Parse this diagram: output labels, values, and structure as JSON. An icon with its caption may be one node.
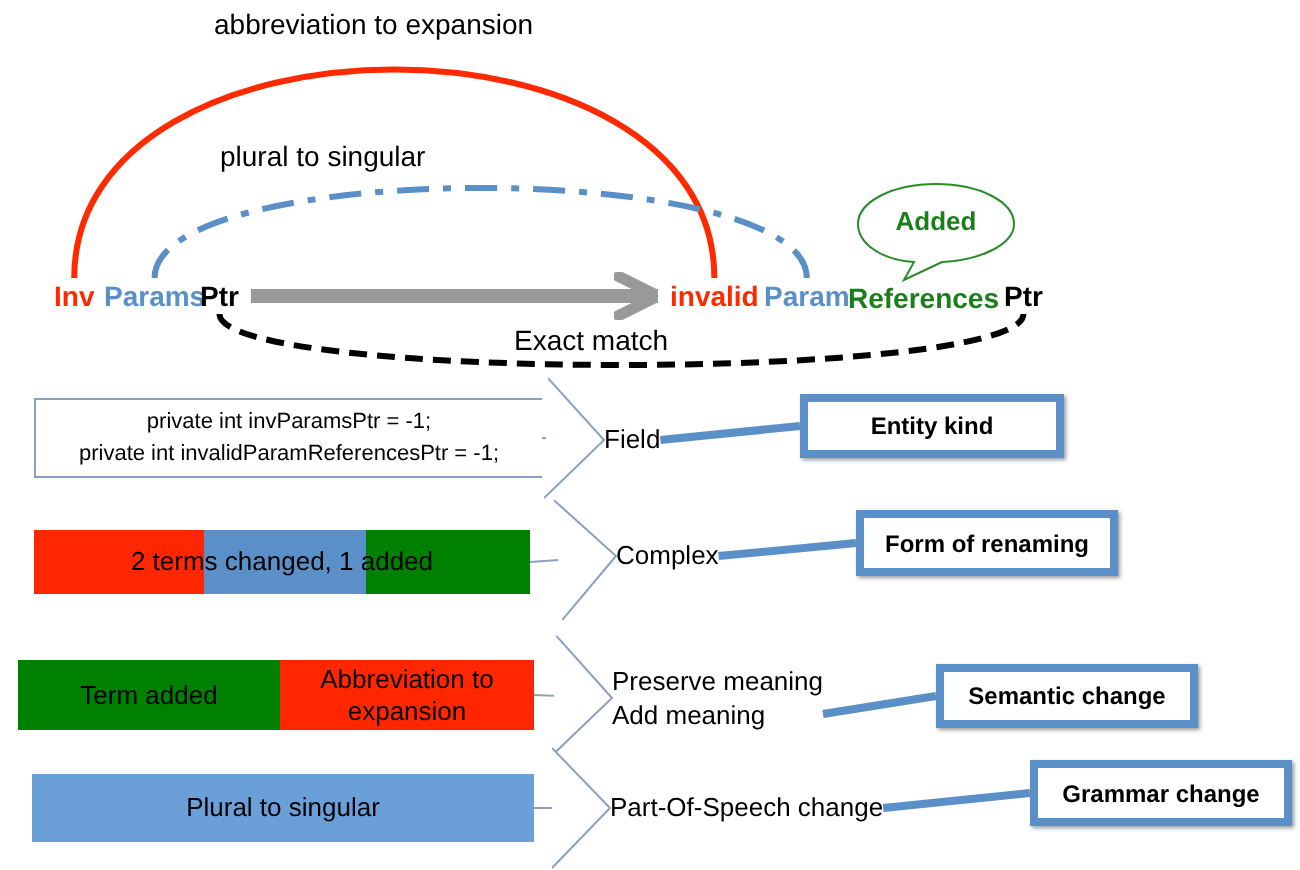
{
  "diagram": {
    "nodes": [
      {
        "text": [
          "Inv"
        ]
      },
      {
        "text": [
          "Params"
        ]
      },
      {
        "text": [
          "Ptr"
        ]
      },
      {
        "text": [
          "invalid"
        ]
      },
      {
        "text": [
          "Param"
        ]
      },
      {
        "text": [
          "References"
        ]
      },
      {
        "text": [
          "Ptr"
        ]
      },
      {
        "text": [
          "Added"
        ]
      },
      {
        "text": [
          "private int invParamsPtr = -1;",
          "private int invalidParamReferencesPtr = -1;"
        ]
      },
      {
        "text": [
          "Field"
        ]
      },
      {
        "text": [
          "Entity kind"
        ]
      },
      {
        "text": [
          "2 terms changed, 1 added"
        ]
      },
      {
        "text": [
          "Complex"
        ]
      },
      {
        "text": [
          "Form of renaming"
        ]
      },
      {
        "text": [
          "Term added"
        ]
      },
      {
        "text": [
          "Abbreviation to expansion"
        ]
      },
      {
        "text": [
          "Preserve meaning",
          "Add meaning"
        ]
      },
      {
        "text": [
          "Semantic change"
        ]
      },
      {
        "text": [
          "Plural to singular"
        ]
      },
      {
        "text": [
          "Part-Of-Speech change"
        ]
      },
      {
        "text": [
          "Grammar change"
        ]
      }
    ],
    "edges": [
      {
        "from": 0,
        "to": 3,
        "arrow": "none",
        "label": "abbreviation to expansion",
        "color": "#ff2a00"
      },
      {
        "from": 1,
        "to": 4,
        "arrow": "none",
        "label": "plural to singular",
        "style": "dashed"
      },
      {
        "from": 2,
        "to": 3,
        "arrow": "to",
        "style": "thick",
        "color": "#999999"
      },
      {
        "from": 2,
        "to": 6,
        "arrow": "none",
        "label": "Exact match",
        "style": "dashed",
        "color": "#000000"
      },
      {
        "from": 8,
        "to": 9,
        "arrow": "to",
        "color": "#8aa0bf"
      },
      {
        "from": 9,
        "to": 10,
        "arrow": "none"
      },
      {
        "from": 11,
        "to": 12,
        "arrow": "to",
        "color": "#8aa0bf"
      },
      {
        "from": 12,
        "to": 13,
        "arrow": "none"
      },
      {
        "from": 15,
        "to": 16,
        "arrow": "to",
        "color": "#8aa0bf"
      },
      {
        "from": 16,
        "to": 17,
        "arrow": "none"
      },
      {
        "from": 18,
        "to": 19,
        "arrow": "to",
        "color": "#8aa0bf"
      },
      {
        "from": 19,
        "to": 20,
        "arrow": "none"
      }
    ]
  }
}
